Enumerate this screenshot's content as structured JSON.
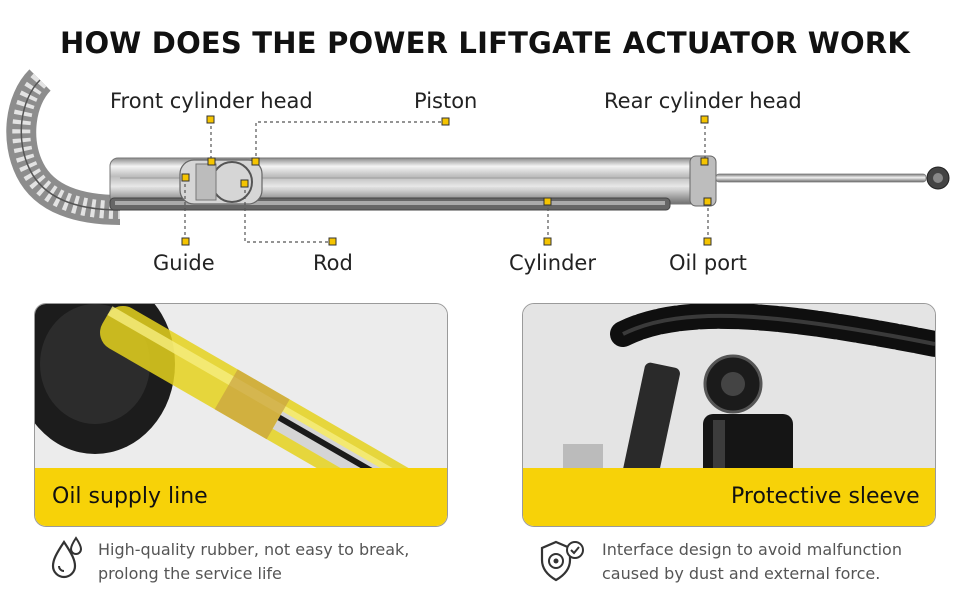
{
  "title": "HOW DOES THE POWER LIFTGATE ACTUATOR WORK",
  "callouts": {
    "front_cylinder_head": "Front cylinder head",
    "piston": "Piston",
    "rear_cylinder_head": "Rear cylinder head",
    "guide": "Guide",
    "rod": "Rod",
    "cylinder": "Cylinder",
    "oil_port": "Oil port"
  },
  "panels": [
    {
      "label": "Oil supply line",
      "banner_color": "#f7d208"
    },
    {
      "label": "Protective sleeve",
      "banner_color": "#f7d208"
    }
  ],
  "features": [
    {
      "icon": "oil-drops-icon",
      "line1": "High-quality rubber, not easy to break,",
      "line2": "prolong the service life"
    },
    {
      "icon": "shield-gear-check-icon",
      "line1": "Interface design to avoid malfunction",
      "line2": "caused by dust and external force."
    }
  ],
  "colors": {
    "accent": "#f7d208",
    "marker": "#f5c400"
  }
}
